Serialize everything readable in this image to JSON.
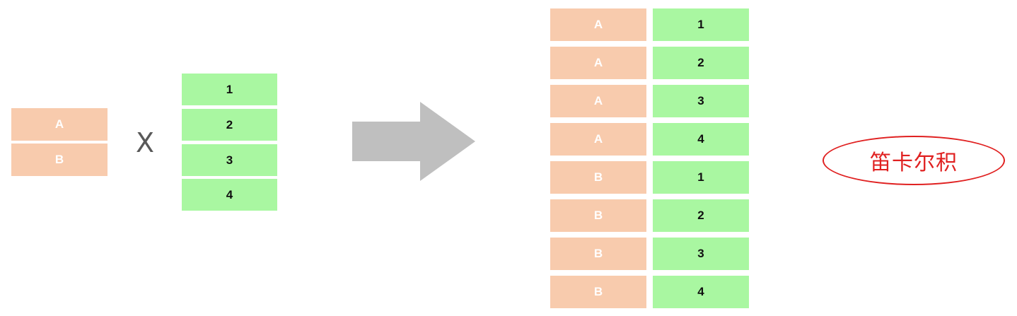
{
  "left_set": [
    "A",
    "B"
  ],
  "operator": "X",
  "right_set": [
    "1",
    "2",
    "3",
    "4"
  ],
  "result_rows": [
    {
      "letter": "A",
      "number": "1"
    },
    {
      "letter": "A",
      "number": "2"
    },
    {
      "letter": "A",
      "number": "3"
    },
    {
      "letter": "A",
      "number": "4"
    },
    {
      "letter": "B",
      "number": "1"
    },
    {
      "letter": "B",
      "number": "2"
    },
    {
      "letter": "B",
      "number": "3"
    },
    {
      "letter": "B",
      "number": "4"
    }
  ],
  "caption": "笛卡尔积",
  "colors": {
    "letter_cell": "#f8cbad",
    "number_cell": "#a9f7a1",
    "arrow": "#bfbfbf",
    "caption": "#e02020"
  }
}
